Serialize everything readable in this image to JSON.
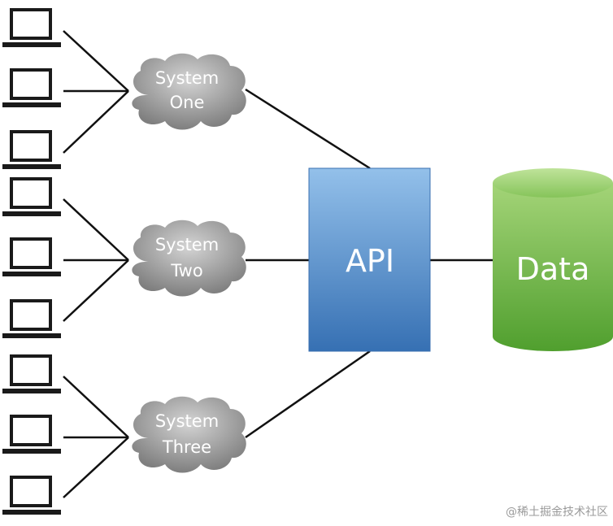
{
  "systems": [
    {
      "line1": "System",
      "line2": "One"
    },
    {
      "line1": "System",
      "line2": "Two"
    },
    {
      "line1": "System",
      "line2": "Three"
    }
  ],
  "api": {
    "label": "API"
  },
  "database": {
    "label": "Data"
  },
  "icons": {
    "client": "laptop-icon",
    "system": "cloud-icon",
    "database": "cylinder-icon"
  },
  "colors": {
    "line": "#111111",
    "cloud_light": "#c8c8c8",
    "cloud_dark": "#7d7d7d",
    "api_top": "#8dbbe8",
    "api_bottom": "#3a74b6",
    "data_top": "#a9d67b",
    "data_bottom": "#55a332",
    "laptop": "#1a1a1a"
  },
  "watermark": "@稀土掘金技术社区"
}
